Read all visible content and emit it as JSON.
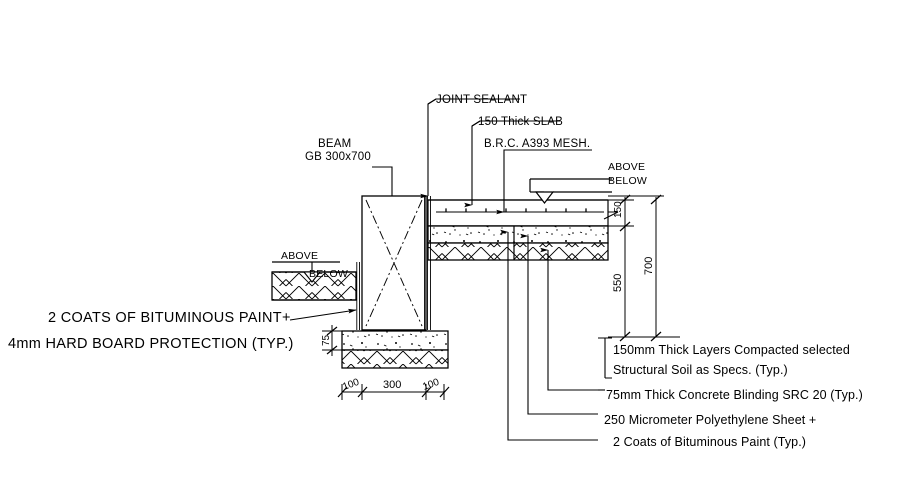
{
  "drawing": {
    "title": "Ground beam and slab on grade construction detail",
    "line_color": "#000000",
    "background": "#ffffff"
  },
  "callouts": {
    "joint_sealant": "JOINT SEALANT",
    "slab_thickness": "150 Thick SLAB",
    "mesh": "B.R.C. A393 MESH.",
    "beam_line1": "BEAM",
    "beam_line2": "GB 300x700"
  },
  "levels": {
    "right": {
      "above": "ABOVE",
      "below": "BELOW"
    },
    "left": {
      "above": "ABOVE",
      "below": "BELOW"
    }
  },
  "left_note": {
    "line1": "2 COATS OF BITUMINOUS PAINT+",
    "line2": "4mm HARD BOARD PROTECTION (TYP.)"
  },
  "bottom_notes": [
    {
      "line1": "150mm Thick Layers Compacted selected",
      "line2": "Structural Soil as Specs. (Typ.)"
    },
    {
      "line1": "75mm Thick Concrete Blinding SRC 20 (Typ.)",
      "line2": ""
    },
    {
      "line1": "250 Micrometer Polyethylene Sheet +",
      "line2": "2 Coats of Bituminous Paint (Typ.)"
    }
  ],
  "dimensions": {
    "vertical_right": [
      {
        "value": "150",
        "name": "slab-depth"
      },
      {
        "value": "550",
        "name": "beam-lower-depth"
      },
      {
        "value": "700",
        "name": "beam-overall-depth"
      }
    ],
    "blinding_thickness": "75",
    "horizontal_bottom": [
      "100",
      "300",
      "100"
    ]
  }
}
